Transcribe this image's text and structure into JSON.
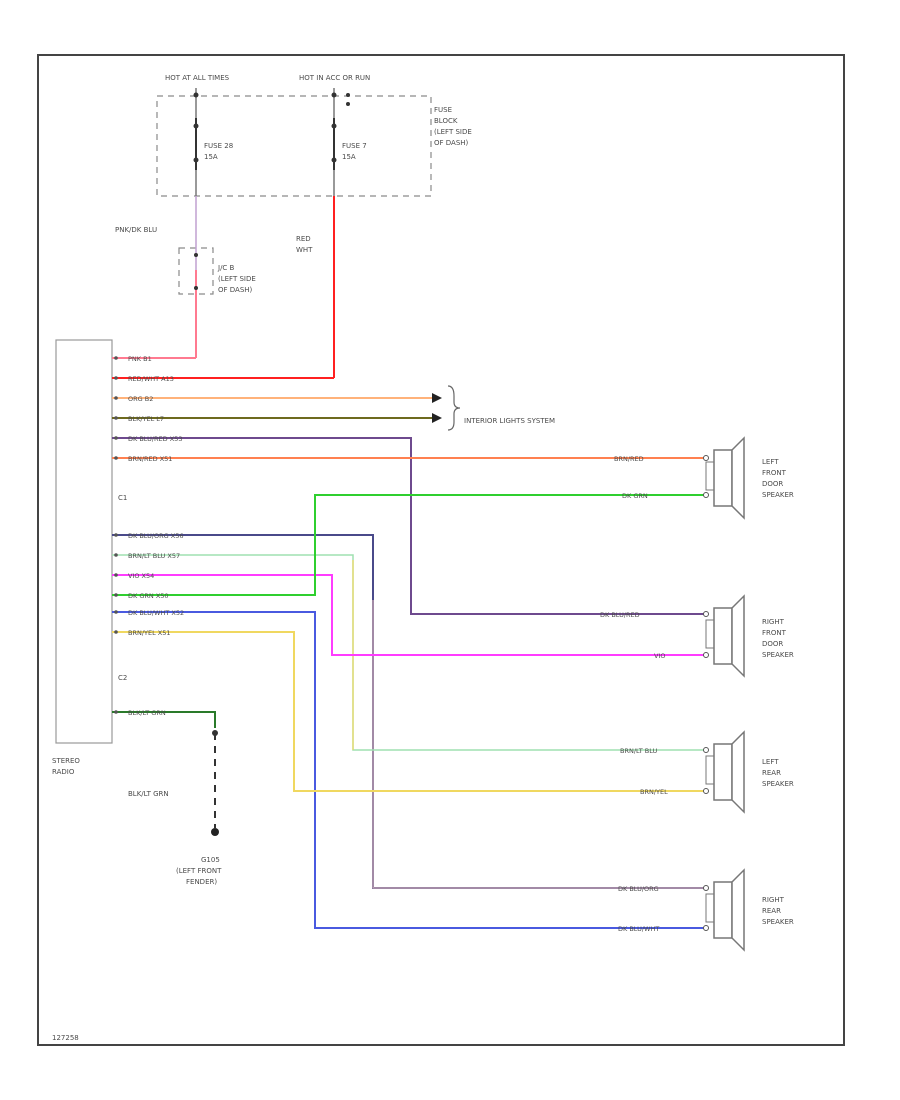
{
  "labels": {
    "hot_at_all_times": "HOT AT ALL TIMES",
    "hot_in_acc": "HOT IN ACC OR RUN",
    "fuse_28": "FUSE 28",
    "fuse_28_rating": "15A",
    "fuse_7": "FUSE 7",
    "fuse_7_rating": "15A",
    "fuse_block": [
      "FUSE",
      "BLOCK",
      "(LEFT SIDE",
      "OF DASH)"
    ],
    "pnk_blu": "PNK/DK BLU",
    "red_wht": [
      "RED",
      "WHT"
    ],
    "jc_b": [
      "J/C B",
      "(LEFT SIDE",
      "OF DASH)"
    ],
    "c1": "C1",
    "c2": "C2",
    "stereo_radio": [
      "STEREO",
      "RADIO"
    ],
    "interior_lights": "INTERIOR LIGHTS SYSTEM",
    "ground_wire": "BLK/LT GRN",
    "ground_id": [
      "G105",
      "(LEFT FRONT",
      "FENDER)"
    ],
    "footer": "127258"
  },
  "wires": {
    "c1_1": "PNK  B1",
    "c1_2": "RED/WHT  A13",
    "c1_3": "ORG  B2",
    "c1_4": "BLK/YEL  L7",
    "c1_5": "DK BLU/RED  X53",
    "c1_6": "BRN/RED  X51",
    "c2_1": "DK BLU/ORG  X56",
    "c2_2": "BRN/LT BLU  X57",
    "c2_3": "VIO  X54",
    "c2_4": "DK GRN  X50",
    "c2_5": "DK BLU/WHT  X52",
    "c2_6": "BRN/YEL  X51",
    "ground": "BLK/LT GRN"
  },
  "speakers": {
    "lf": {
      "name": [
        "LEFT",
        "FRONT",
        "DOOR",
        "SPEAKER"
      ],
      "wire_a": "BRN/RED",
      "wire_b": "DK GRN"
    },
    "rf": {
      "name": [
        "RIGHT",
        "FRONT",
        "DOOR",
        "SPEAKER"
      ],
      "wire_a": "DK BLU/RED",
      "wire_b": "VIO"
    },
    "lr": {
      "name": [
        "LEFT",
        "REAR",
        "SPEAKER"
      ],
      "wire_a": "BRN/LT BLU",
      "wire_b": "BRN/YEL"
    },
    "rr": {
      "name": [
        "RIGHT",
        "REAR",
        "SPEAKER"
      ],
      "wire_a": "DK BLU/ORG",
      "wire_b": "DK BLU/WHT"
    }
  },
  "colors": {
    "pink": "#ff7a90",
    "red": "#ff2020",
    "orange": "#ffb27a",
    "olive": "#6e6a1e",
    "purple": "#6e4a8e",
    "brown_red": "#ff8050",
    "green": "#2fcf2f",
    "navy": "#4a4a8a",
    "light_green": "#9fe0b0",
    "magenta": "#ff3cff",
    "dark_green": "#2a7a2a",
    "blue": "#4a5ae0",
    "yellow": "#f0d860",
    "tan": "#c0a0b0",
    "lavender": "#b090d0"
  }
}
